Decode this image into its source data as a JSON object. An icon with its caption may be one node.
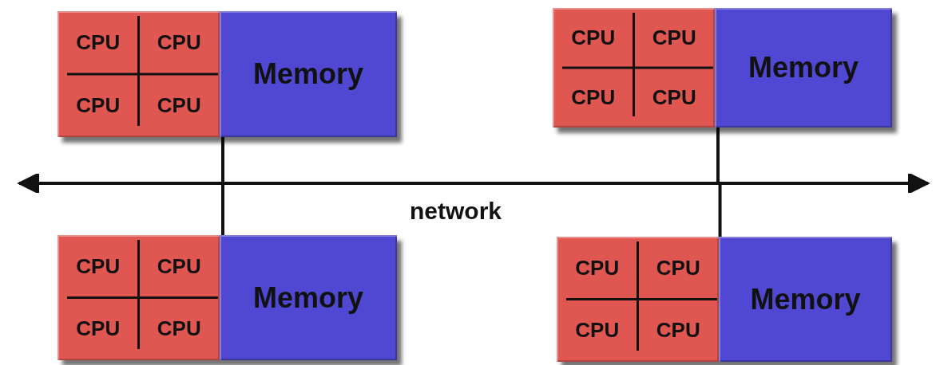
{
  "diagram": {
    "nodes": [
      {
        "text": [],
        "shape": "box"
      },
      {
        "text": [],
        "shape": "box",
        "in": 0
      },
      {
        "text": [
          "CPU"
        ],
        "in": 1
      },
      {
        "text": [
          "CPU"
        ],
        "in": 1
      },
      {
        "text": [
          "CPU"
        ],
        "in": 1
      },
      {
        "text": [
          "CPU"
        ],
        "in": 1
      },
      {
        "text": [
          "Memory"
        ],
        "in": 0
      },
      {
        "text": [],
        "shape": "box"
      },
      {
        "text": [],
        "shape": "box",
        "in": 7
      },
      {
        "text": [
          "CPU"
        ],
        "in": 8
      },
      {
        "text": [
          "CPU"
        ],
        "in": 8
      },
      {
        "text": [
          "CPU"
        ],
        "in": 8
      },
      {
        "text": [
          "CPU"
        ],
        "in": 8
      },
      {
        "text": [
          "Memory"
        ],
        "in": 7
      },
      {
        "text": [],
        "shape": "box"
      },
      {
        "text": [],
        "shape": "box",
        "in": 14
      },
      {
        "text": [
          "CPU"
        ],
        "in": 15
      },
      {
        "text": [
          "CPU"
        ],
        "in": 15
      },
      {
        "text": [
          "CPU"
        ],
        "in": 15
      },
      {
        "text": [
          "CPU"
        ],
        "in": 15
      },
      {
        "text": [
          "Memory"
        ],
        "in": 14
      },
      {
        "text": [],
        "shape": "box"
      },
      {
        "text": [],
        "shape": "box",
        "in": 21
      },
      {
        "text": [
          "CPU"
        ],
        "in": 22
      },
      {
        "text": [
          "CPU"
        ],
        "in": 22
      },
      {
        "text": [
          "CPU"
        ],
        "in": 22
      },
      {
        "text": [
          "CPU"
        ],
        "in": 22
      },
      {
        "text": [
          "Memory"
        ],
        "in": 21
      },
      {
        "text": [],
        "shape": "bar",
        "beside": [
          "network"
        ]
      }
    ],
    "edges": [
      {
        "from": 0,
        "to": 28,
        "arrow": "none"
      },
      {
        "from": 7,
        "to": 28,
        "arrow": "none"
      },
      {
        "from": 14,
        "to": 28,
        "arrow": "none"
      },
      {
        "from": 21,
        "to": 28,
        "arrow": "none"
      }
    ]
  }
}
